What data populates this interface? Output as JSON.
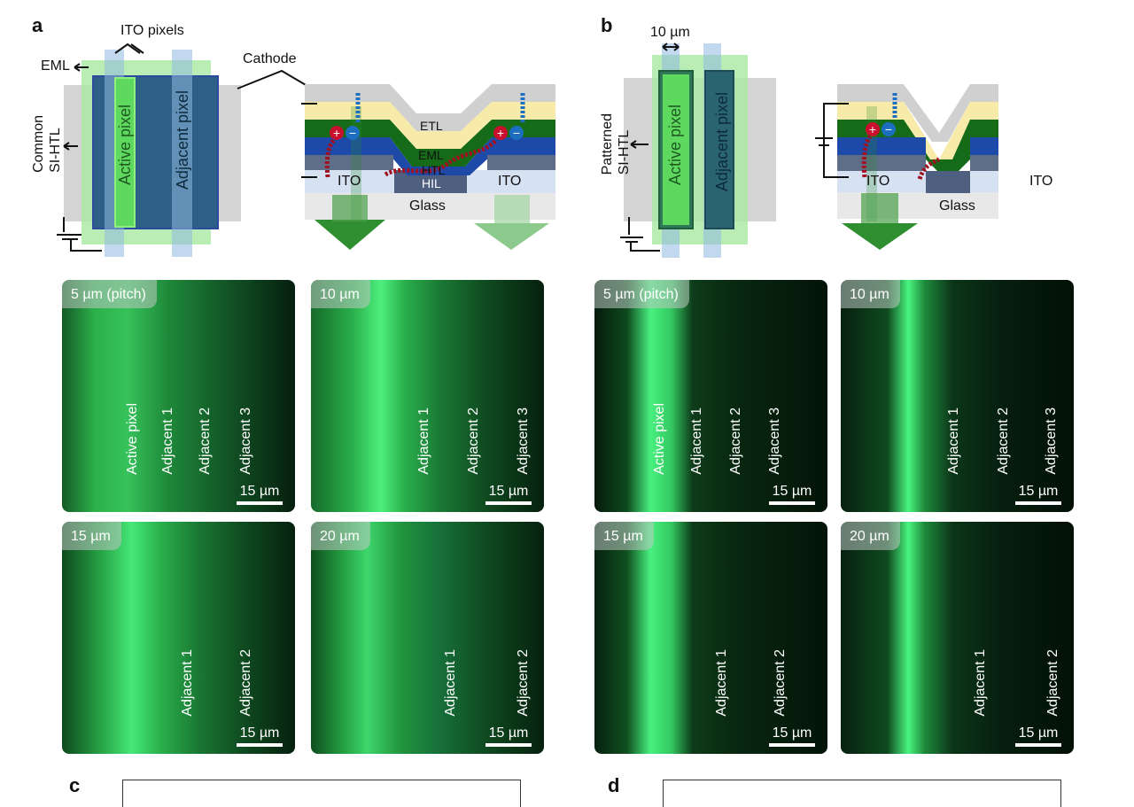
{
  "panel_a": {
    "label": "a",
    "schematic": {
      "ito_pixels": "ITO pixels",
      "eml": "EML",
      "cathode": "Cathode",
      "htl": "Common\nSI-HTL",
      "htl_line1": "Common",
      "htl_line2": "SI-HTL",
      "active": "Active pixel",
      "adjacent": "Adjacent pixel"
    },
    "cross_section": {
      "etl": "ETL",
      "eml": "EML",
      "htl": "HTL",
      "hil": "HIL",
      "ito_left": "ITO",
      "ito_right": "ITO",
      "glass": "Glass"
    },
    "micrographs": [
      {
        "tag": "5 µm (pitch)",
        "labels": [
          "Active pixel",
          "Adjacent 1",
          "Adjacent 2",
          "Adjacent 3"
        ],
        "scale": "15 µm"
      },
      {
        "tag": "10 µm",
        "labels": [
          "Adjacent 1",
          "Adjacent 2",
          "Adjacent 3"
        ],
        "scale": "15 µm"
      },
      {
        "tag": "15 µm",
        "labels": [
          "Adjacent 1",
          "Adjacent 2"
        ],
        "scale": "15 µm"
      },
      {
        "tag": "20 µm",
        "labels": [
          "Adjacent 1",
          "Adjacent 2"
        ],
        "scale": "15 µm"
      }
    ]
  },
  "panel_b": {
    "label": "b",
    "schematic": {
      "width": "10 µm",
      "htl_line1": "Patterned",
      "htl_line2": "SI-HTL",
      "active": "Active pixel",
      "adjacent": "Adjacent pixel"
    },
    "cross_section": {
      "ito_left": "ITO",
      "ito_right": "ITO",
      "glass": "Glass"
    },
    "micrographs": [
      {
        "tag": "5 µm (pitch)",
        "labels": [
          "Active pixel",
          "Adjacent 1",
          "Adjacent 2",
          "Adjacent 3"
        ],
        "scale": "15 µm"
      },
      {
        "tag": "10 µm",
        "labels": [
          "Adjacent 1",
          "Adjacent 2",
          "Adjacent 3"
        ],
        "scale": "15 µm"
      },
      {
        "tag": "15 µm",
        "labels": [
          "Adjacent 1",
          "Adjacent 2"
        ],
        "scale": "15 µm"
      },
      {
        "tag": "20 µm",
        "labels": [
          "Adjacent 1",
          "Adjacent 2"
        ],
        "scale": "15 µm"
      }
    ]
  },
  "panel_c": {
    "label": "c"
  },
  "panel_d": {
    "label": "d"
  }
}
